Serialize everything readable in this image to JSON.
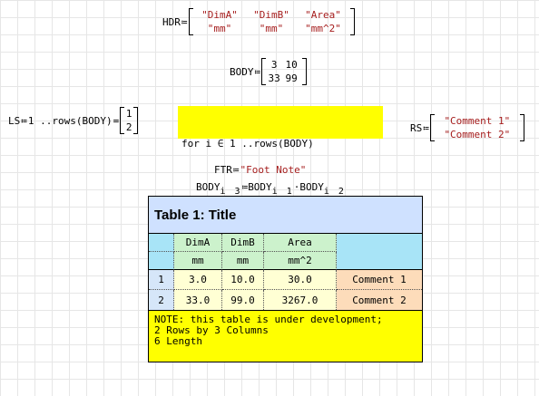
{
  "hdr": {
    "name": "HDR",
    "op": "≔",
    "rows": [
      [
        "\"DimA\"",
        "\"DimB\"",
        "\"Area\""
      ],
      [
        "\"mm\"",
        "\"mm\"",
        "\"mm^2\""
      ]
    ]
  },
  "body": {
    "name": "BODY",
    "op": "≔",
    "rows": [
      [
        "3",
        "10"
      ],
      [
        "33",
        "99"
      ]
    ]
  },
  "ls": {
    "name": "LS",
    "op": "≔",
    "range": "1 ..rows(BODY)",
    "eq": "=",
    "values": [
      "1",
      "2"
    ]
  },
  "prog": {
    "line1": "for i ∈ 1 ..rows(BODY)",
    "l2_body1": "BODY",
    "l2_sub1": "i 3",
    "l2_op": "≔",
    "l2_body2": "BODY",
    "l2_sub2": "i 1",
    "l2_dot": "·",
    "l2_body3": "BODY",
    "l2_sub3": "i 2"
  },
  "rs": {
    "name": "RS",
    "op": "≔",
    "values": [
      "\"Comment 1\"",
      "\"Comment 2\""
    ]
  },
  "ftr": {
    "name": "FTR",
    "op": "≔",
    "value": "\"Foot Note\""
  },
  "table": {
    "title": "Table 1: Title",
    "headers": [
      "DimA",
      "DimB",
      "Area"
    ],
    "units": [
      "mm",
      "mm",
      "mm^2"
    ],
    "rows": [
      {
        "num": "1",
        "a": "3.0",
        "b": "10.0",
        "c": "30.0",
        "comment": "Comment 1"
      },
      {
        "num": "2",
        "a": "33.0",
        "b": "99.0",
        "c": "3267.0",
        "comment": "Comment 2"
      }
    ],
    "footer": [
      "NOTE: this table is under development;",
      "",
      "2 Rows by 3 Columns",
      "6 Length"
    ]
  },
  "colors": {
    "string": "#a51d1d",
    "highlight": "#ffff00",
    "title_bg": "#cfe1ff"
  }
}
